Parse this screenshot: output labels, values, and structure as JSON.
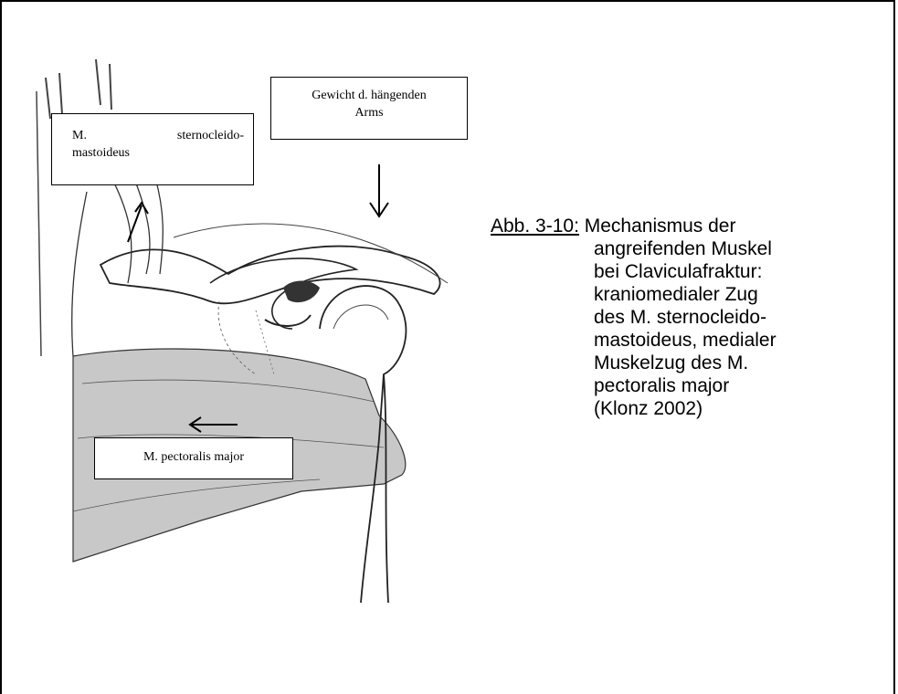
{
  "labels": {
    "weight_line1": "Gewicht d. hängenden",
    "weight_line2": "Arms",
    "scm_word1": "M.",
    "scm_word2": "sternocleido-",
    "scm_line2": "mastoideus",
    "pectoralis": "M. pectoralis major"
  },
  "caption": {
    "tag": "Abb. 3-10:",
    "first_line": "Mechanismus der",
    "lines": [
      "angreifenden Muskel",
      "bei Claviculafraktur:",
      "kraniomedialer Zug",
      "des M. sternocleido-",
      "mastoideus, medialer",
      "Muskelzug des M.",
      "pectoralis major",
      "(Klonz 2002)"
    ]
  }
}
